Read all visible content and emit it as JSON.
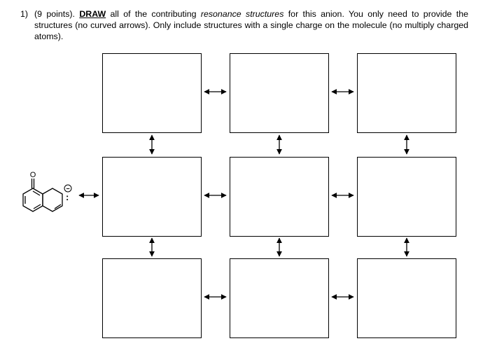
{
  "question": {
    "number": "1)",
    "points": "(9 points).",
    "instruction_keyword": "DRAW",
    "text_part1": "all of the contributing",
    "text_term": "resonance structures",
    "text_part2": "for this anion. You only need to provide the structures (no curved arrows). Only include structures with a single charge on the molecule (no multiply charged atoms)."
  },
  "molecule": {
    "carbonyl_oxygen": "O",
    "charge_symbol": "−",
    "lone_pair_symbol": ":"
  },
  "answer_grid": {
    "rows": 3,
    "columns": 3,
    "box_count": 9
  }
}
